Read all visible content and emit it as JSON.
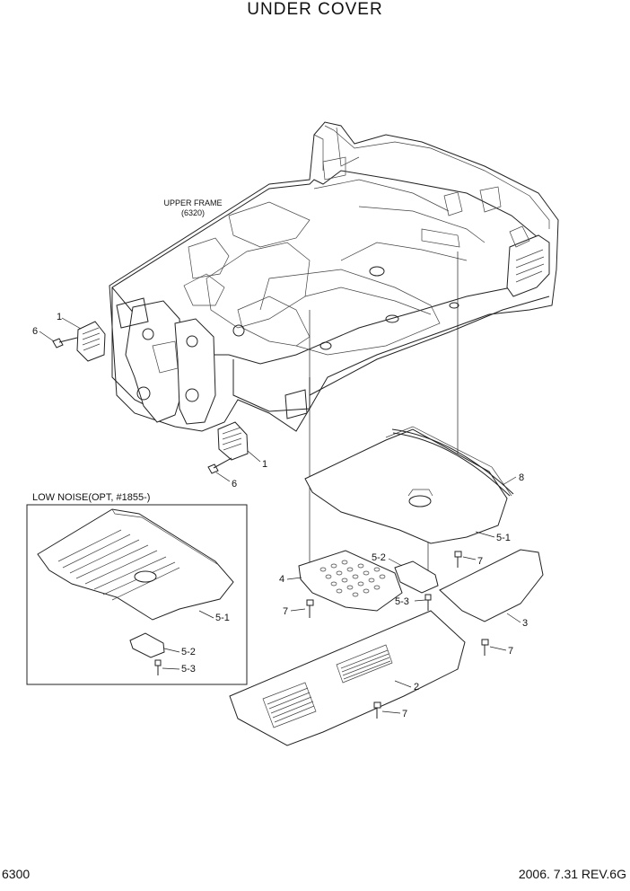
{
  "title": "UNDER COVER",
  "footer": {
    "page_code": "6300",
    "revision": "2006. 7.31  REV.6G"
  },
  "upper_frame": {
    "name": "UPPER FRAME",
    "code": "(6320)"
  },
  "inset": {
    "title": "LOW NOISE(OPT, #1855-)",
    "labels": [
      "5-1",
      "5-2",
      "5-3"
    ]
  },
  "callouts": {
    "c1_top": "1",
    "c6_top": "6",
    "c1_bottom": "1",
    "c6_bottom": "6",
    "c8": "8",
    "c5_1": "5-1",
    "c5_2": "5-2",
    "c4": "4",
    "c7_left": "7",
    "c5_3": "5-3",
    "c7_right_top": "7",
    "c3": "3",
    "c7_cover3": "7",
    "c2": "2",
    "c7_cover2": "7"
  }
}
